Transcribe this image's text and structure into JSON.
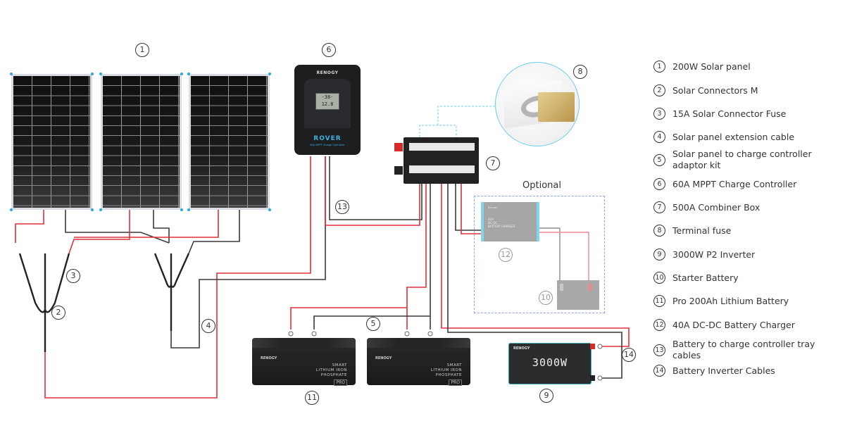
{
  "diagram": {
    "title": "Solar power system wiring diagram",
    "optional_label": "Optional",
    "callouts": [
      "1",
      "2",
      "3",
      "4",
      "5",
      "6",
      "7",
      "8",
      "9",
      "10",
      "11",
      "12",
      "13",
      "14"
    ],
    "components": {
      "controller": {
        "brand": "RENOGY",
        "name": "ROVER",
        "subtitle": "60A MPPT Charge Controller",
        "lcd_line1": "-38-",
        "lcd_line2": "12.8"
      },
      "battery": {
        "brand": "RENOGY",
        "line1": "SMART",
        "line2": "LITHIUM IRON",
        "line3": "PHOSPHATE",
        "badge": "PRO"
      },
      "inverter": {
        "brand": "RENOGY",
        "rating": "3000W"
      },
      "charger": {
        "brand": "Renogy",
        "line1": "40A",
        "line2": "DC-DC",
        "line3": "BATTERY CHARGER"
      }
    },
    "wire_colors": {
      "positive": "#e0303a",
      "negative": "#3a3a3a",
      "dashed": "#6ccfee"
    }
  },
  "legend": [
    {
      "num": "1",
      "label": "200W Solar panel"
    },
    {
      "num": "2",
      "label": "Solar Connectors M"
    },
    {
      "num": "3",
      "label": "15A Solar Connector Fuse"
    },
    {
      "num": "4",
      "label": "Solar panel extension cable"
    },
    {
      "num": "5",
      "label": "Solar panel to charge controller adaptor kit"
    },
    {
      "num": "6",
      "label": "60A MPPT Charge Controller"
    },
    {
      "num": "7",
      "label": "500A Combiner Box"
    },
    {
      "num": "8",
      "label": "Terminal fuse"
    },
    {
      "num": "9",
      "label": "3000W P2 Inverter"
    },
    {
      "num": "10",
      "label": "Starter Battery"
    },
    {
      "num": "11",
      "label": "Pro 200Ah Lithium Battery"
    },
    {
      "num": "12",
      "label": "40A DC-DC Battery Charger"
    },
    {
      "num": "13",
      "label": "Battery to charge controller tray cables"
    },
    {
      "num": "14",
      "label": "Battery Inverter Cables"
    }
  ]
}
